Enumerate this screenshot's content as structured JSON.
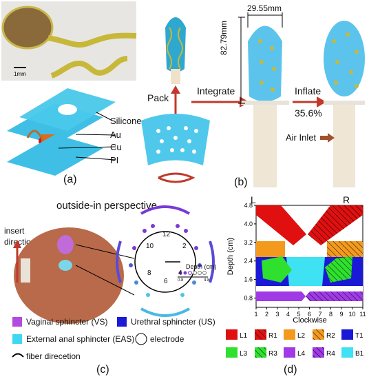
{
  "panel_a": {
    "label": "(a)",
    "scale_bar": "1mm",
    "layers": [
      "Silicone",
      "Au",
      "Cu",
      "PI"
    ]
  },
  "panel_b": {
    "label": "(b)",
    "width_dim": "29.55mm",
    "height_dim": "82.79mm",
    "step_pack": "Pack",
    "step_integrate": "Integrate",
    "step_inflate": "Inflate",
    "inflate_pct": "35.6%",
    "air_inlet": "Air Inlet"
  },
  "panel_c": {
    "label": "(c)",
    "title": "outside-in perspective",
    "insert_line1": "insert",
    "insert_line2": "direction",
    "clock_numbers": [
      "12",
      "2",
      "4",
      "6",
      "8",
      "10"
    ],
    "depth_label": "Depth (cm)",
    "depth_min": "0.8",
    "depth_max": "4.8",
    "legend": [
      {
        "name": "Vaginal sphincter (VS)",
        "color": "#b24be0"
      },
      {
        "name": "Urethral sphincter (US)",
        "color": "#1a1ad6"
      },
      {
        "name": "External anal sphincter (EAS)",
        "color": "#3fd8f0"
      },
      {
        "name": "electrode",
        "color": "#ffffff"
      },
      {
        "name": "fiber direcetion",
        "color": "#000000"
      }
    ]
  },
  "panel_d": {
    "label": "(d)",
    "side_left": "L",
    "side_right": "R",
    "chart_data": {
      "type": "heatmap",
      "xlabel": "Clockwise",
      "ylabel": "Depth (cm)",
      "x_ticks": [
        "1",
        "2",
        "3",
        "4",
        "5",
        "6",
        "7",
        "8",
        "9",
        "10",
        "11"
      ],
      "y_ticks": [
        "0.8",
        "1.6",
        "2.4",
        "3.2",
        "4.0",
        "4.8"
      ],
      "xlim": [
        1,
        11
      ],
      "ylim": [
        0.4,
        4.8
      ],
      "regions": [
        {
          "name": "L1",
          "color": "#e01010",
          "hatched": false
        },
        {
          "name": "R1",
          "color": "#e01010",
          "hatched": true
        },
        {
          "name": "L2",
          "color": "#f39a1e",
          "hatched": false
        },
        {
          "name": "R2",
          "color": "#f39a1e",
          "hatched": true
        },
        {
          "name": "T1",
          "color": "#1a1ad6",
          "hatched": false
        },
        {
          "name": "L3",
          "color": "#2fe02f",
          "hatched": false
        },
        {
          "name": "R3",
          "color": "#2fe02f",
          "hatched": true
        },
        {
          "name": "L4",
          "color": "#a03ae6",
          "hatched": false
        },
        {
          "name": "R4",
          "color": "#a03ae6",
          "hatched": true
        },
        {
          "name": "B1",
          "color": "#3fe2f2",
          "hatched": false
        }
      ]
    }
  }
}
